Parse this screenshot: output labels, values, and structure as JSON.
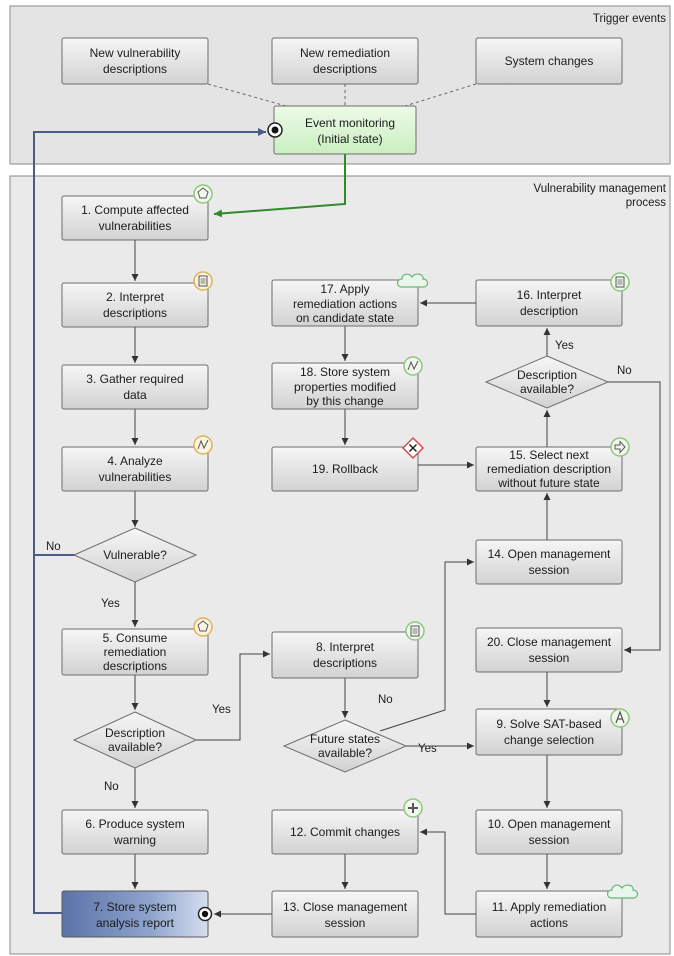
{
  "lanes": {
    "trigger": "Trigger events",
    "process_line1": "Vulnerability management",
    "process_line2": "process"
  },
  "triggers": {
    "vuln": [
      "New vulnerability",
      "descriptions"
    ],
    "remed": [
      "New remediation",
      "descriptions"
    ],
    "sys": [
      "System changes"
    ]
  },
  "nodes": {
    "event": [
      "Event monitoring",
      "(Initial state)"
    ],
    "n1": [
      "1. Compute affected",
      "vulnerabilities"
    ],
    "n2": [
      "2. Interpret",
      "descriptions"
    ],
    "n3": [
      "3. Gather required",
      "data"
    ],
    "n4": [
      "4. Analyze",
      "vulnerabilities"
    ],
    "d_vuln": [
      "Vulnerable?"
    ],
    "n5": [
      "5. Consume",
      "remediation",
      "descriptions"
    ],
    "d_desc1": [
      "Description",
      "available?"
    ],
    "n6": [
      "6. Produce system",
      "warning"
    ],
    "n7": [
      "7. Store system",
      "analysis report"
    ],
    "n8": [
      "8. Interpret",
      "descriptions"
    ],
    "d_future": [
      "Future states",
      "available?"
    ],
    "n17": [
      "17. Apply",
      "remediation actions",
      "on candidate state"
    ],
    "n18": [
      "18. Store system",
      "properties modified",
      "by this change"
    ],
    "n19": [
      "19. Rollback"
    ],
    "n16": [
      "16. Interpret",
      "description"
    ],
    "d_desc2": [
      "Description",
      "available?"
    ],
    "n15": [
      "15. Select next",
      "remediation description",
      "without future state"
    ],
    "n14": [
      "14. Open management",
      "session"
    ],
    "n20": [
      "20. Close management",
      "session"
    ],
    "n9": [
      "9. Solve SAT-based",
      "change selection"
    ],
    "n10": [
      "10. Open management",
      "session"
    ],
    "n11": [
      "11. Apply remediation",
      "actions"
    ],
    "n12": [
      "12. Commit changes"
    ],
    "n13": [
      "13. Close management",
      "session"
    ]
  },
  "edge_labels": {
    "no_vuln": "No",
    "yes_vuln": "Yes",
    "yes_desc1": "Yes",
    "no_desc1": "No",
    "no_future": "No",
    "yes_future": "Yes",
    "yes_desc2": "Yes",
    "no_desc2": "No"
  }
}
